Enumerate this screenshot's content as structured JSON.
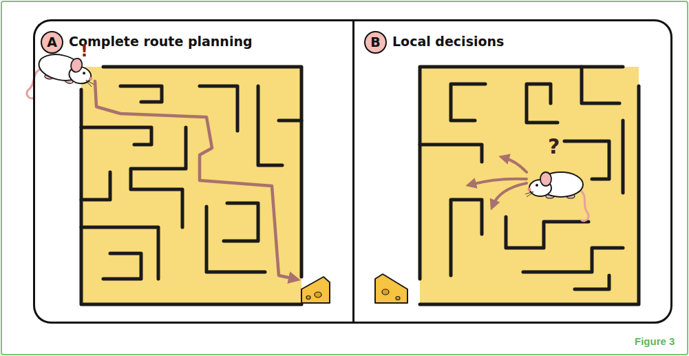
{
  "diagram": {
    "caption": "Figure 3",
    "nodes": [
      {
        "text": [
          "Complete route planning"
        ]
      },
      {
        "text": [
          "A"
        ],
        "in": 0
      },
      {
        "text": [
          "Local decisions"
        ]
      },
      {
        "text": [
          "B"
        ],
        "in": 2
      }
    ],
    "labels": [
      "!",
      "?"
    ]
  }
}
